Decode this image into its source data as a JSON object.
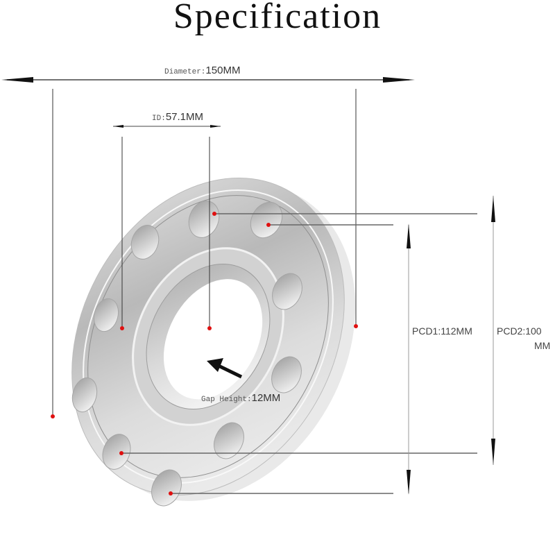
{
  "title": "Specification",
  "dimensions": {
    "diameter": {
      "key": "Diameter:",
      "value": "150MM"
    },
    "id": {
      "key": "ID:",
      "value": "57.1MM"
    },
    "gap_height": {
      "key": "Gap Height:",
      "value": "12MM"
    },
    "pcd1": {
      "label": "PCD1:112MM"
    },
    "pcd2": {
      "line1": "PCD2:100",
      "line2": "MM"
    }
  },
  "colors": {
    "marker": "#e01010",
    "line": "#555555",
    "metal": "#c8c8c8"
  },
  "product": {
    "name": "wheel-spacer",
    "bolt_holes": 10
  }
}
